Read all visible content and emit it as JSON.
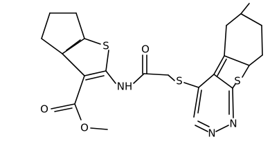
{
  "molecule": {
    "atom_labels": {
      "s1": "S",
      "s2": "S",
      "s3": "S",
      "o1": "O",
      "o2": "O",
      "o3": "O",
      "nh": "NH",
      "n1": "N",
      "n2": "N"
    },
    "colors": {
      "bond": "#000000",
      "background": "#ffffff"
    }
  }
}
